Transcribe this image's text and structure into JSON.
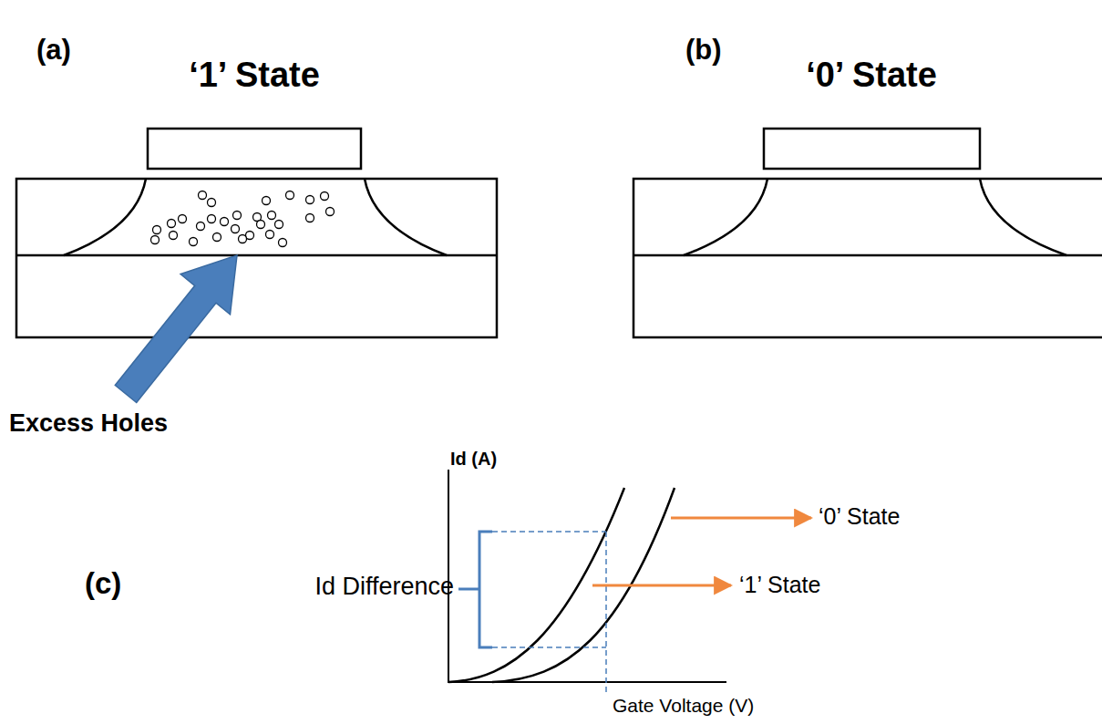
{
  "diagram": {
    "labels": [
      "(a)",
      "‘1’ State",
      "Excess Holes",
      "(b)",
      "‘0’ State",
      "(c)",
      "Id (A)",
      "Id Difference",
      "‘0’ State",
      "‘1’ State",
      "Gate Voltage (V)"
    ]
  }
}
